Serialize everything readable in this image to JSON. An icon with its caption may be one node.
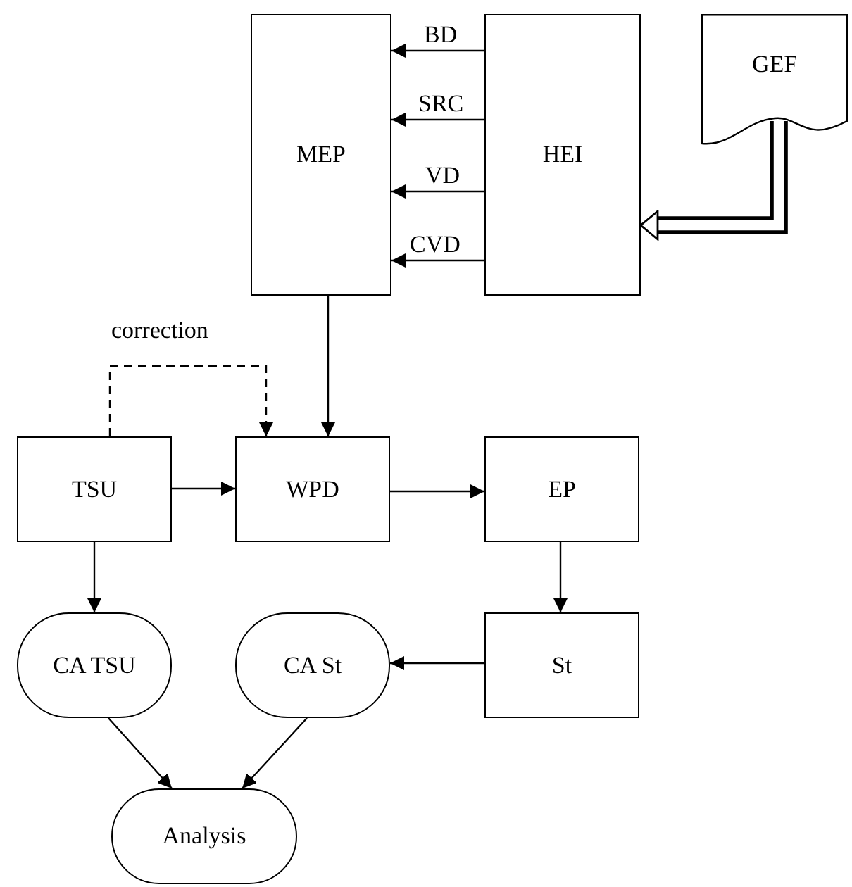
{
  "diagram": {
    "nodes": [
      {
        "text": [
          "MEP"
        ]
      },
      {
        "text": [
          "HEI"
        ]
      },
      {
        "text": [
          "GEF"
        ]
      },
      {
        "text": [
          "TSU"
        ]
      },
      {
        "text": [
          "WPD"
        ]
      },
      {
        "text": [
          "EP"
        ]
      },
      {
        "text": [
          "CA TSU"
        ]
      },
      {
        "text": [
          "CA St"
        ]
      },
      {
        "text": [
          "St"
        ]
      },
      {
        "text": [
          "Analysis"
        ]
      }
    ],
    "edges": [
      {
        "from": 1,
        "to": 0,
        "arrow": "to",
        "label": "BD"
      },
      {
        "from": 1,
        "to": 0,
        "arrow": "to",
        "label": "SRC"
      },
      {
        "from": 1,
        "to": 0,
        "arrow": "to",
        "label": "VD"
      },
      {
        "from": 1,
        "to": 0,
        "arrow": "to",
        "label": "CVD"
      },
      {
        "from": 2,
        "to": 1,
        "arrow": "to",
        "style": "thick"
      },
      {
        "from": 0,
        "to": 4,
        "arrow": "to"
      },
      {
        "from": 3,
        "to": 4,
        "arrow": "to",
        "style": "dashed",
        "label": "correction"
      },
      {
        "from": 3,
        "to": 4,
        "arrow": "to"
      },
      {
        "from": 4,
        "to": 5,
        "arrow": "to"
      },
      {
        "from": 5,
        "to": 8,
        "arrow": "to"
      },
      {
        "from": 8,
        "to": 7,
        "arrow": "to"
      },
      {
        "from": 3,
        "to": 6,
        "arrow": "to"
      },
      {
        "from": 6,
        "to": 9,
        "arrow": "to"
      },
      {
        "from": 7,
        "to": 9,
        "arrow": "to"
      }
    ]
  }
}
